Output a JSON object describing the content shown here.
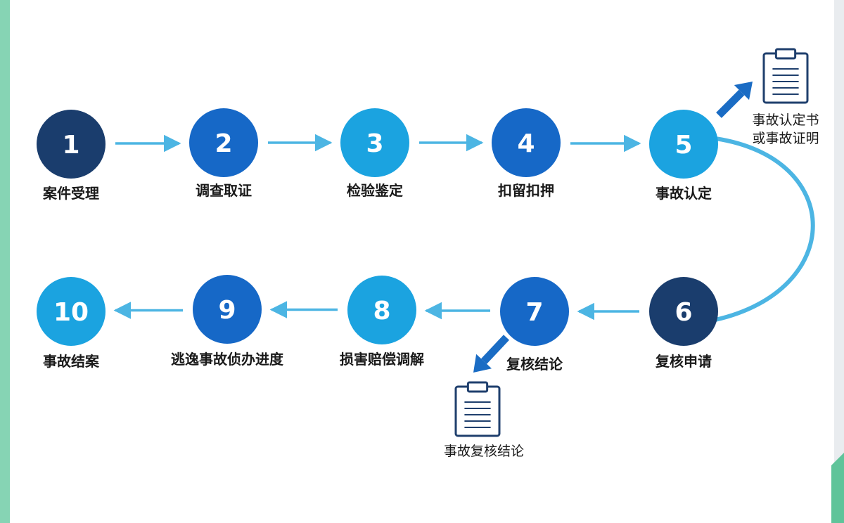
{
  "colors": {
    "dark_navy": "#1a3d6d",
    "royal_blue": "#1668c7",
    "sky_blue": "#1ba3e0",
    "arrow": "#4cb5e3",
    "diag_arrow": "#1a6cc4",
    "doc_icon": "#1f3f6d"
  },
  "steps": [
    {
      "number": "1",
      "label": "案件受理",
      "color": "dark_navy"
    },
    {
      "number": "2",
      "label": "调查取证",
      "color": "royal_blue"
    },
    {
      "number": "3",
      "label": "检验鉴定",
      "color": "sky_blue"
    },
    {
      "number": "4",
      "label": "扣留扣押",
      "color": "royal_blue"
    },
    {
      "number": "5",
      "label": "事故认定",
      "color": "sky_blue"
    },
    {
      "number": "6",
      "label": "复核申请",
      "color": "dark_navy"
    },
    {
      "number": "7",
      "label": "复核结论",
      "color": "royal_blue"
    },
    {
      "number": "8",
      "label": "损害赔偿调解",
      "color": "sky_blue"
    },
    {
      "number": "9",
      "label": "逃逸事故侦办进度",
      "color": "royal_blue"
    },
    {
      "number": "10",
      "label": "事故结案",
      "color": "sky_blue"
    }
  ],
  "documents": [
    {
      "from_step": "5",
      "icon": "clipboard-document-icon",
      "lines": [
        "事故认定书",
        "或事故证明"
      ]
    },
    {
      "from_step": "7",
      "icon": "clipboard-document-icon",
      "lines": [
        "事故复核结论"
      ]
    }
  ]
}
